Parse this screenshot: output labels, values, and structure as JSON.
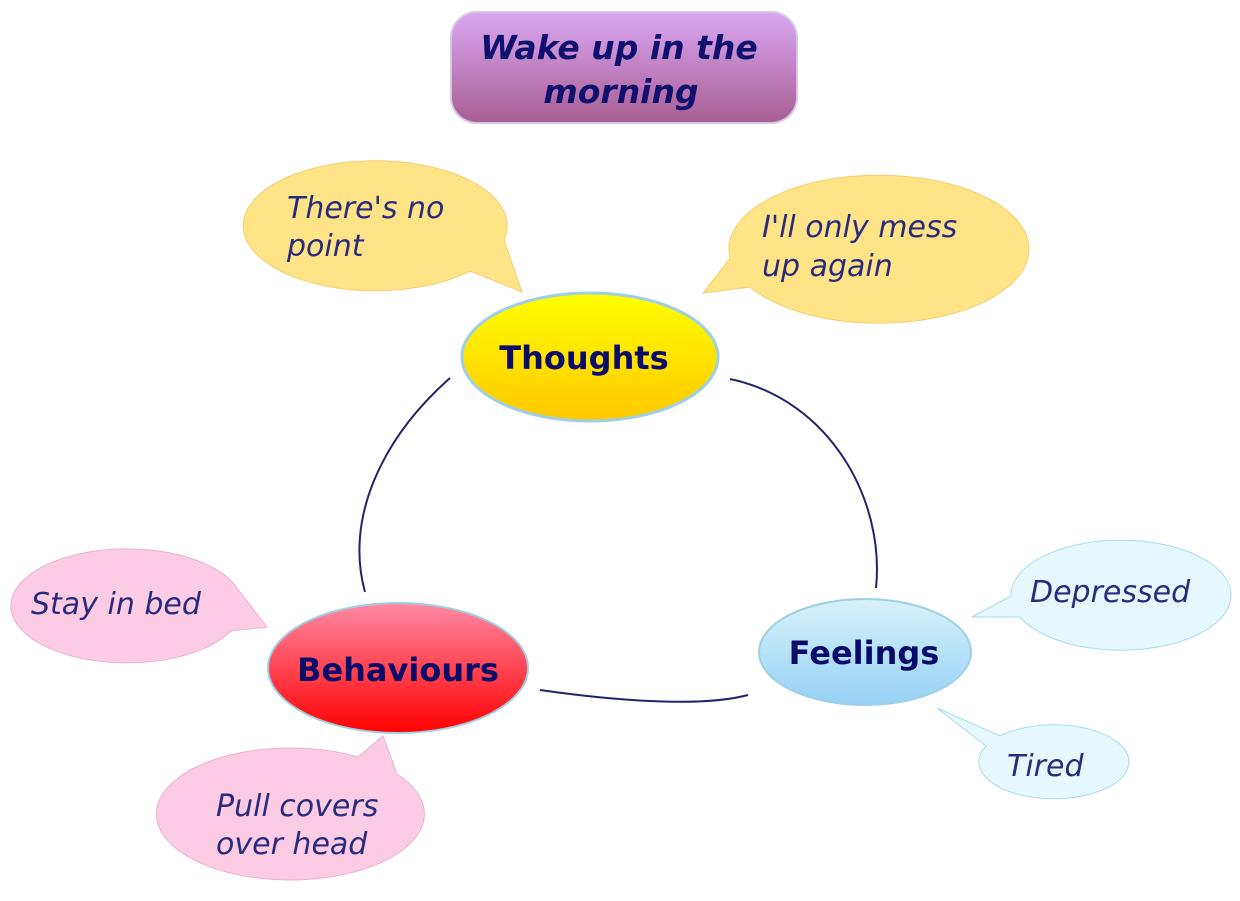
{
  "title": {
    "line1": "Wake up in the",
    "line2": "morning"
  },
  "nodes": {
    "thoughts": "Thoughts",
    "feelings": "Feelings",
    "behaviours": "Behaviours"
  },
  "callouts": {
    "no_point": {
      "line1": "There's no",
      "line2": "point"
    },
    "mess_up": {
      "line1": "I'll only mess",
      "line2": "up again"
    },
    "stay_in_bed": "Stay in bed",
    "pull_covers": {
      "line1": "Pull covers",
      "line2": "over head"
    },
    "depressed": "Depressed",
    "tired": "Tired"
  },
  "colors": {
    "title_top": "#d9a8f2",
    "title_bottom": "#a85d92",
    "thoughts_top": "#ffff00",
    "thoughts_bottom": "#ffc800",
    "feelings_top": "#d8f1fb",
    "feelings_bottom": "#96d2f3",
    "behaviours_top": "#ff8aa4",
    "behaviours_bottom": "#ff0000",
    "thought_callout": "#ffe387",
    "behaviour_callout": "#fccbe4",
    "feeling_callout": "#e5f8fd",
    "link": "#23236b"
  }
}
